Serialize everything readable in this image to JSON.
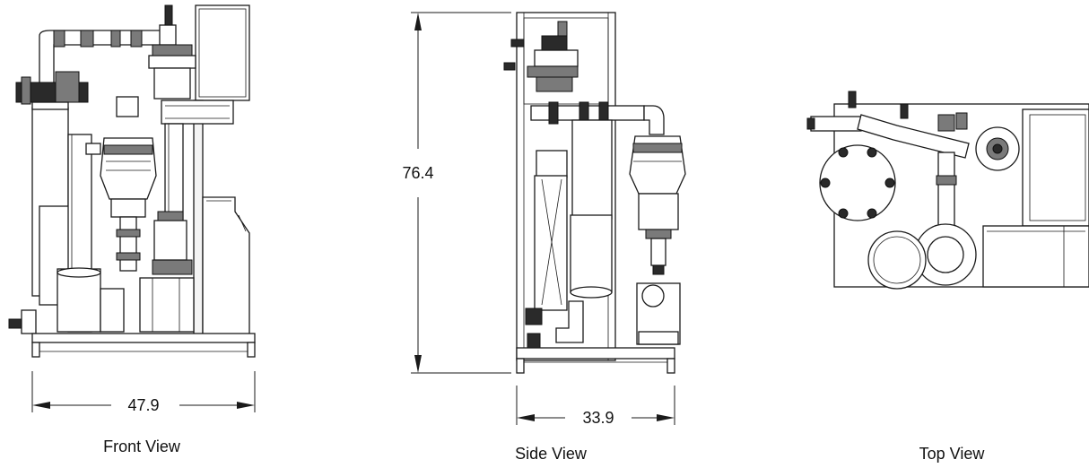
{
  "views": {
    "front": {
      "caption": "Front View",
      "width_label": "47.9"
    },
    "side": {
      "caption": "Side View",
      "height_label": "76.4",
      "width_label": "33.9"
    },
    "top": {
      "caption": "Top View"
    }
  },
  "colors": {
    "line": "#1a1a1a",
    "background": "#ffffff"
  }
}
